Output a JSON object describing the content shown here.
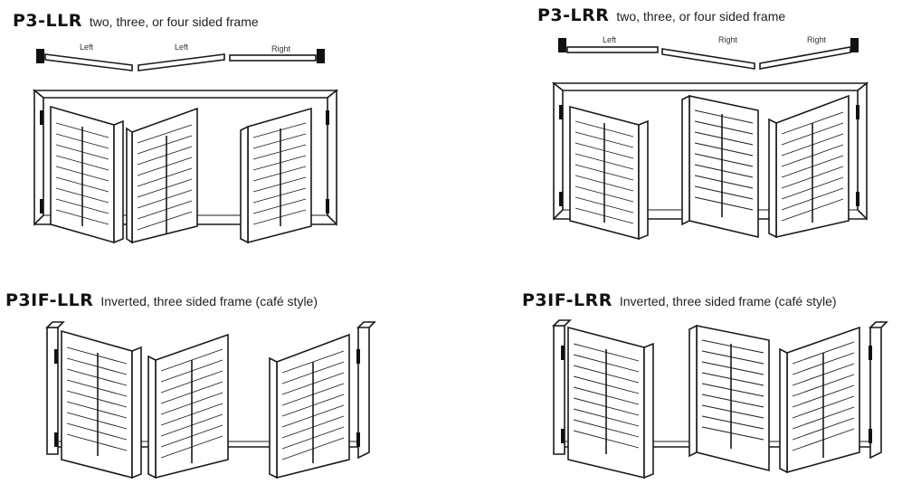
{
  "diagrams": [
    {
      "code": "P3-LLR",
      "description": "two, three, or four sided frame",
      "panel_labels": [
        "Left",
        "Left",
        "Right"
      ]
    },
    {
      "code": "P3-LRR",
      "description": "two, three, or four sided frame",
      "panel_labels": [
        "Left",
        "Right",
        "Right"
      ]
    },
    {
      "code": "P3IF-LLR",
      "description": "Inverted, three sided frame (café style)"
    },
    {
      "code": "P3IF-LRR",
      "description": "Inverted, three sided frame (café style)"
    }
  ],
  "colors": {
    "line": "#1a1a1a",
    "background": "#ffffff",
    "hardware": "#111111"
  }
}
